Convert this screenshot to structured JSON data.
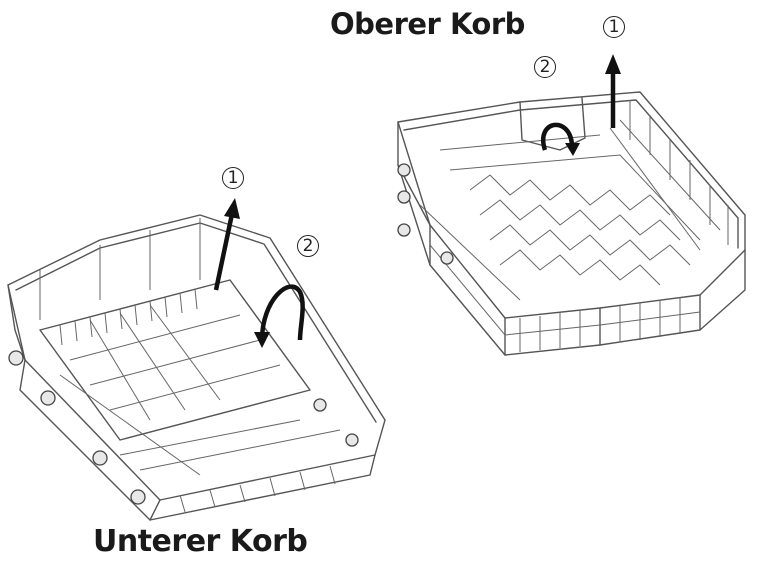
{
  "labels": {
    "upper_basket": "Oberer Korb",
    "lower_basket": "Unterer Korb",
    "step_1": "1",
    "step_2": "2"
  },
  "colors": {
    "text": "#1a1a1a",
    "wire": "#555555",
    "arrow": "#111111"
  },
  "icons": {
    "lift_arrow": "arrow-up-icon",
    "rotate_arrow": "curved-arrow-icon"
  }
}
